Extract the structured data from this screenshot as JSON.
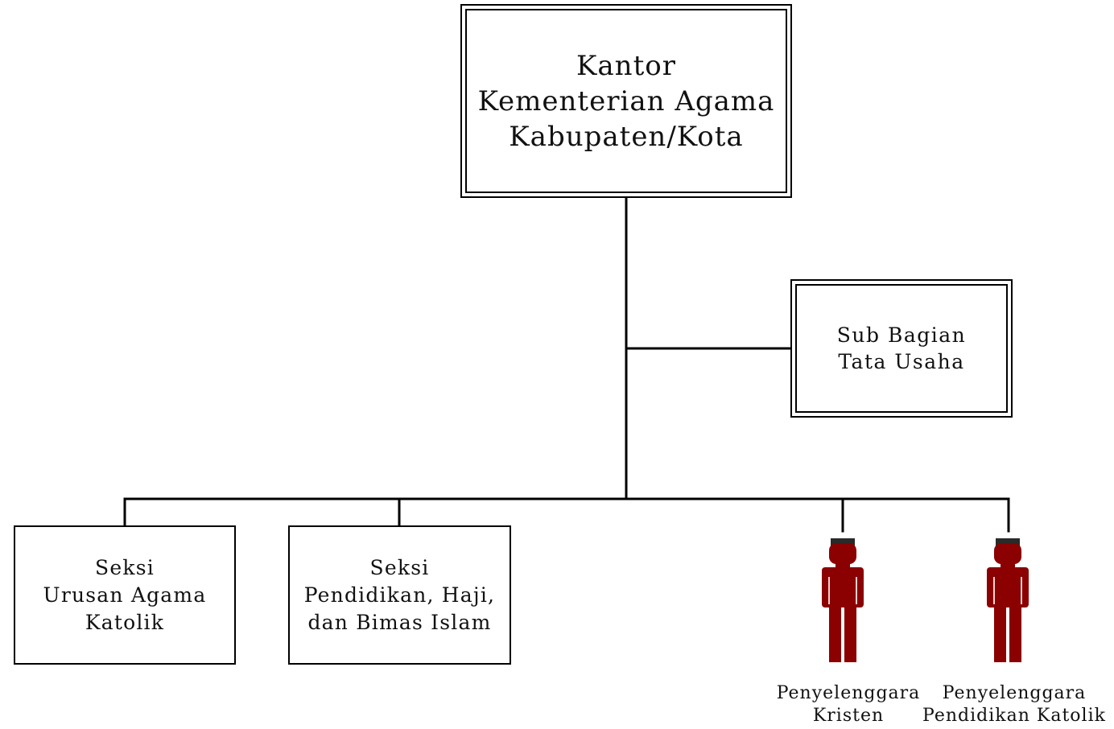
{
  "head": {
    "lines": [
      "Kantor",
      "Kementerian Agama",
      "Kabupaten/Kota"
    ]
  },
  "sub_bagian": {
    "lines": [
      "Sub Bagian",
      "Tata Usaha"
    ]
  },
  "seksi_katolik": {
    "lines": [
      "Seksi",
      "Urusan Agama",
      "Katolik"
    ]
  },
  "seksi_islam": {
    "lines": [
      "Seksi",
      "Pendidikan, Haji,",
      "dan Bimas Islam"
    ]
  },
  "penyelenggara_kristen": {
    "icon": "person-icon",
    "lines": [
      "Penyelenggara",
      "Kristen"
    ]
  },
  "penyelenggara_pendidikan_katolik": {
    "icon": "person-icon",
    "lines": [
      "Penyelenggara",
      "Pendidikan Katolik"
    ]
  },
  "colors": {
    "line": "#000000",
    "person_fill": "#8b0000",
    "person_hair": "#2a2a2a"
  }
}
